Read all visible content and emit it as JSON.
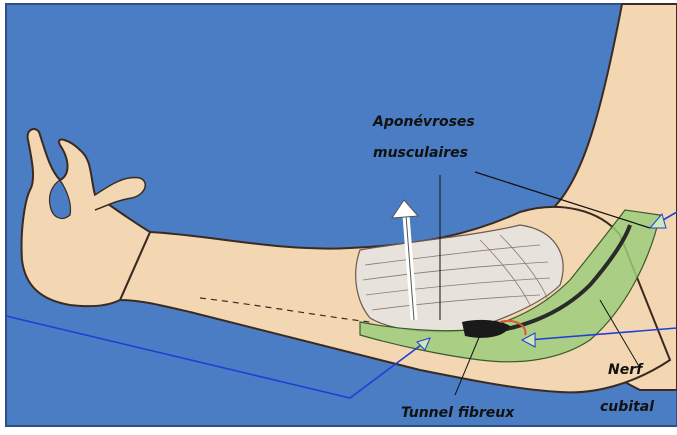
{
  "labels": {
    "aponevroses_line1": "Aponévroses",
    "aponevroses_line2": "musculaires",
    "tunnel": "Tunnel fibreux",
    "nerf_line1": "Nerf",
    "nerf_line2": "cubital"
  },
  "colors": {
    "background_blue": "#4a7dc3",
    "frame": "#2f4f86",
    "skin": "#f3d6b2",
    "skin_outline": "#3a2a20",
    "muscle": "#e8e2dc",
    "nerve_green": "#9ccc7a",
    "pointer_blue": "#1f3fd6"
  }
}
